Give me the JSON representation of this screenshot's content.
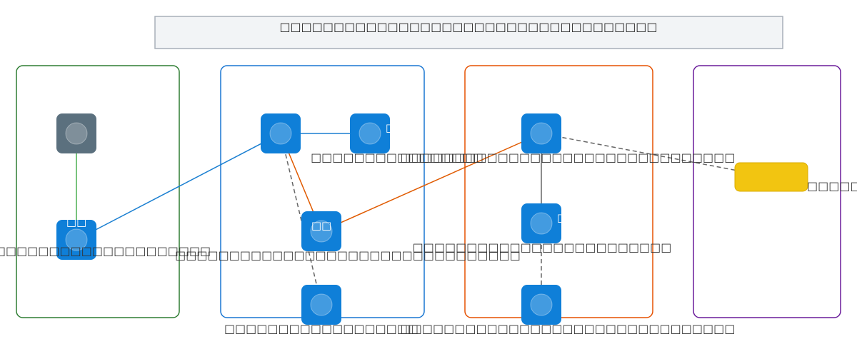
{
  "title": "□□□□□□□□□□□□□□□□□□□□□□□□□□□□□□□□□□□",
  "colors": {
    "title_bg": "#f2f4f6",
    "title_border": "#a8afb8",
    "node_blue": "#0f7fd8",
    "node_gray": "#5b707e",
    "node_yellow": "#f2c511",
    "group_green": "#2e7d32",
    "group_blue": "#1976d2",
    "group_orange": "#e65100",
    "group_purple": "#6a1b9a",
    "edge_green": "#4caf50",
    "edge_blue": "#1a7fd1",
    "edge_orange": "#e05a00",
    "edge_gray": "#666666"
  },
  "groups": [
    {
      "id": "g1",
      "color": "group_green"
    },
    {
      "id": "g2",
      "color": "group_blue"
    },
    {
      "id": "g3",
      "color": "group_orange"
    },
    {
      "id": "g4",
      "color": "group_purple"
    }
  ],
  "nodes": [
    {
      "id": "n1",
      "icon": "circle-icon",
      "fill": "node_gray",
      "label": "",
      "badge": ""
    },
    {
      "id": "n2",
      "icon": "circle-icon",
      "fill": "node_blue",
      "label": "□□□□□□□□□□□□□□□□□□□□",
      "badge": "□□"
    },
    {
      "id": "n3",
      "icon": "circle-icon",
      "fill": "node_blue",
      "label": "",
      "badge": ""
    },
    {
      "id": "n4",
      "icon": "circle-icon",
      "fill": "node_blue",
      "label": "□□□□□□□□□□□□□□□□",
      "badge": "□"
    },
    {
      "id": "n5",
      "icon": "circle-icon",
      "fill": "node_blue",
      "label": "□□□□□□□□□□□□□□□□□□□□□□□□□□□□□□□□",
      "badge": "□□"
    },
    {
      "id": "n6",
      "icon": "circle-icon",
      "fill": "node_blue",
      "label": "□□□□□□□□□□□□□□□□□□",
      "badge": ""
    },
    {
      "id": "n7",
      "icon": "circle-icon",
      "fill": "node_blue",
      "label": "□□□□□□□□□□□□□□□□□□□□□□□□□□□□□□□",
      "badge": ""
    },
    {
      "id": "n8",
      "icon": "circle-icon",
      "fill": "node_blue",
      "label": "□□□□□□□□□□□□□□□□□□□□□□□□",
      "badge": "□"
    },
    {
      "id": "n9",
      "icon": "circle-icon",
      "fill": "node_blue",
      "label": "□□□□□□□□□□□□□□□□□□□□□□□□□□□□□□□",
      "badge": ""
    },
    {
      "id": "n10",
      "icon": "rounded-rect",
      "fill": "node_yellow",
      "label": "□□□□□□",
      "badge": ""
    }
  ],
  "edges": [
    {
      "from": "n1",
      "to": "n2",
      "color": "edge_green",
      "dashed": false,
      "arrow": true
    },
    {
      "from": "n2",
      "to": "n3",
      "color": "edge_blue",
      "dashed": false,
      "arrow": false
    },
    {
      "from": "n3",
      "to": "n4",
      "color": "edge_blue",
      "dashed": false,
      "arrow": true
    },
    {
      "from": "n3",
      "to": "n5",
      "color": "edge_orange",
      "dashed": false,
      "arrow": true
    },
    {
      "from": "n3",
      "to": "n6",
      "color": "edge_gray",
      "dashed": true,
      "arrow": true
    },
    {
      "from": "n5",
      "to": "n7",
      "color": "edge_orange",
      "dashed": false,
      "arrow": true
    },
    {
      "from": "n7",
      "to": "n8",
      "color": "edge_gray",
      "dashed": false,
      "arrow": true
    },
    {
      "from": "n8",
      "to": "n9",
      "color": "edge_gray",
      "dashed": true,
      "arrow": true
    },
    {
      "from": "n7",
      "to": "n10",
      "color": "edge_gray",
      "dashed": true,
      "arrow": true
    }
  ]
}
